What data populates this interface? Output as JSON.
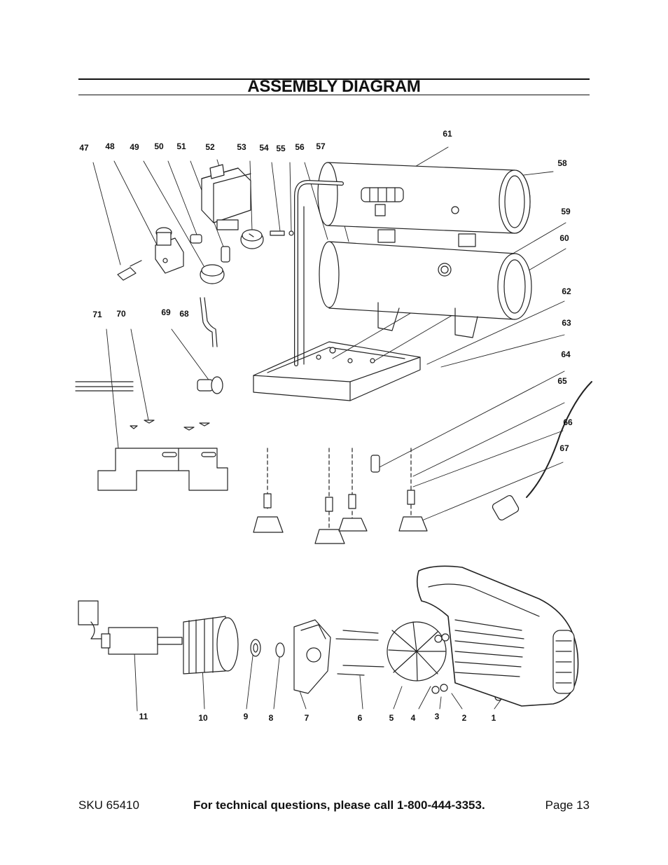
{
  "header": {
    "title": "ASSEMBLY DIAGRAM"
  },
  "callouts": [
    {
      "id": "p47",
      "label": "47"
    },
    {
      "id": "p48",
      "label": "48"
    },
    {
      "id": "p49",
      "label": "49"
    },
    {
      "id": "p50",
      "label": "50"
    },
    {
      "id": "p51",
      "label": "51"
    },
    {
      "id": "p52",
      "label": "52"
    },
    {
      "id": "p53",
      "label": "53"
    },
    {
      "id": "p54",
      "label": "54"
    },
    {
      "id": "p55",
      "label": "55"
    },
    {
      "id": "p56",
      "label": "56"
    },
    {
      "id": "p57",
      "label": "57"
    },
    {
      "id": "p61",
      "label": "61"
    },
    {
      "id": "p58",
      "label": "58"
    },
    {
      "id": "p59",
      "label": "59"
    },
    {
      "id": "p60",
      "label": "60"
    },
    {
      "id": "p62",
      "label": "62"
    },
    {
      "id": "p63",
      "label": "63"
    },
    {
      "id": "p64",
      "label": "64"
    },
    {
      "id": "p65",
      "label": "65"
    },
    {
      "id": "p66",
      "label": "66"
    },
    {
      "id": "p67",
      "label": "67"
    },
    {
      "id": "p71",
      "label": "71"
    },
    {
      "id": "p70",
      "label": "70"
    },
    {
      "id": "p69",
      "label": "69"
    },
    {
      "id": "p68",
      "label": "68"
    },
    {
      "id": "p11",
      "label": "11"
    },
    {
      "id": "p10",
      "label": "10"
    },
    {
      "id": "p9",
      "label": "9"
    },
    {
      "id": "p8",
      "label": "8"
    },
    {
      "id": "p7",
      "label": "7"
    },
    {
      "id": "p6",
      "label": "6"
    },
    {
      "id": "p5",
      "label": "5"
    },
    {
      "id": "p4",
      "label": "4"
    },
    {
      "id": "p3",
      "label": "3"
    },
    {
      "id": "p2",
      "label": "2"
    },
    {
      "id": "p1",
      "label": "1"
    }
  ],
  "footer": {
    "sku": "SKU 65410",
    "technical": "For technical questions, please call 1-800-444-3353.",
    "page": "Page 13"
  }
}
